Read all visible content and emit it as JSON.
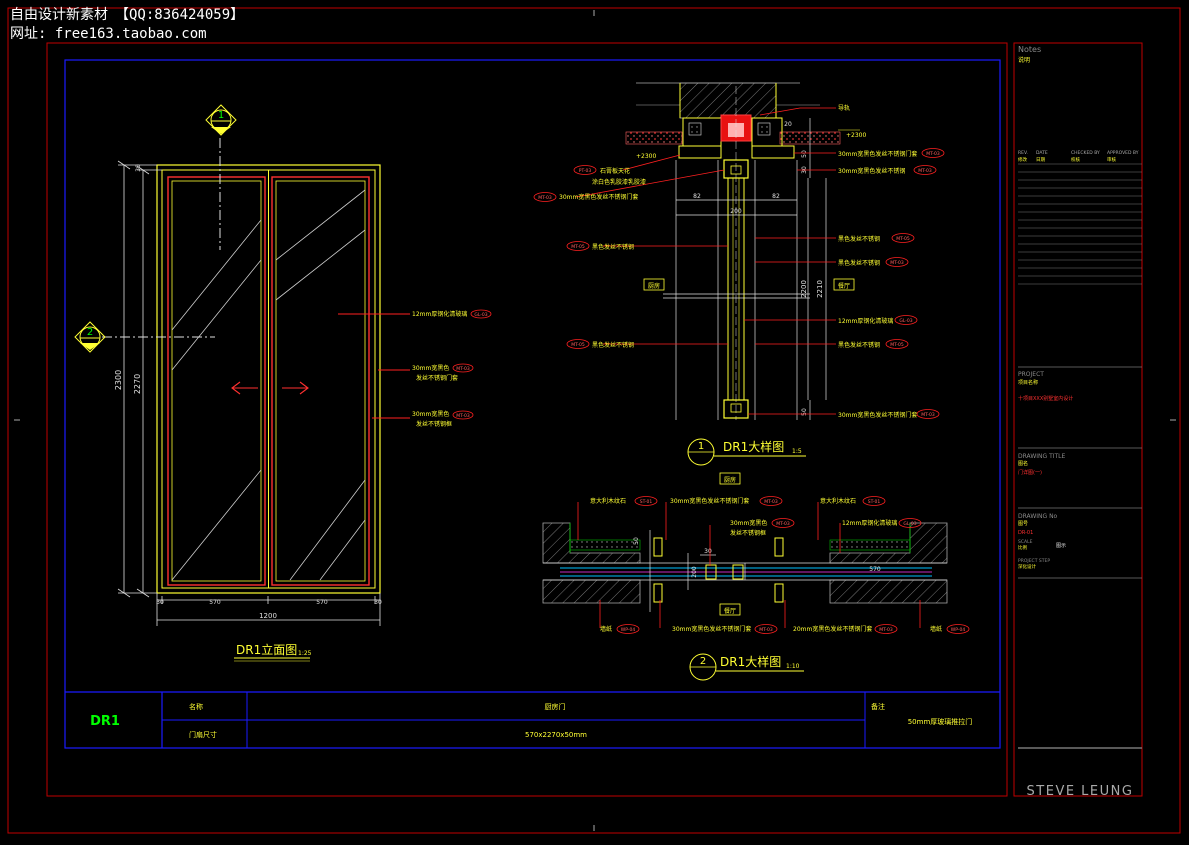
{
  "watermark": {
    "line1": "自由设计新素材　【QQ:836424059】",
    "line2": "网址: free163.taobao.com"
  },
  "colors": {
    "background": "#000000",
    "frame_red": "#c00000",
    "frame_blue": "#1a1aff",
    "line_yellow": "#ffff33",
    "line_white": "#e6e6e6",
    "dim_green": "#00d000",
    "leader_red": "#ff2020",
    "label_yellow": "#ffff00"
  },
  "elevation": {
    "title": "DR1立面图",
    "scale": "1:25",
    "dims_bottom": [
      "30",
      "570",
      "570",
      "30"
    ],
    "dim_total": "1200",
    "dim_height_outer": "2300",
    "dim_height_inner": "2270",
    "dim_top": "30",
    "markers": [
      {
        "num": "1"
      },
      {
        "num": "2"
      }
    ],
    "callouts": [
      {
        "text": "12mm厚钢化清玻璃",
        "tag": "GL-03"
      },
      {
        "text": "30mm宽黑色",
        "line2": "发丝不锈钢门套",
        "tag": "MT-03"
      },
      {
        "text": "30mm宽黑色",
        "line2": "发丝不锈钢框",
        "tag": "MT-03"
      }
    ]
  },
  "detail1": {
    "title": "DR1大样图",
    "scale": "1:5",
    "num": "1",
    "dims": [
      "20",
      "82",
      "82",
      "200",
      "2200",
      "2210",
      "30",
      "50",
      "50"
    ],
    "level_marks": [
      "+2300",
      "+2300"
    ],
    "rooms": [
      "厨房",
      "餐厅"
    ],
    "label_top": "导轨",
    "left_callouts": [
      {
        "tag": "PT-03",
        "text": "石膏板天花"
      },
      {
        "tag": "",
        "text": "涂白色乳胶漆乳胶漆"
      },
      {
        "tag": "MT-03",
        "text": "30mm宽黑色发丝不锈钢门套"
      },
      {
        "tag": "MT-05",
        "text": "黑色发丝不锈钢"
      },
      {
        "tag": "MT-05",
        "text": "黑色发丝不锈钢"
      }
    ],
    "right_callouts": [
      {
        "text": "30mm宽黑色发丝不锈钢门套",
        "tag": "MT-03"
      },
      {
        "text": "30mm宽黑色发丝不锈钢",
        "tag": "MT-03"
      },
      {
        "text": "黑色发丝不锈钢",
        "tag": "MT-05"
      },
      {
        "text": "黑色发丝不锈钢",
        "tag": "MT-03"
      },
      {
        "text": "12mm厚钢化清玻璃",
        "tag": "GL-03"
      },
      {
        "text": "黑色发丝不锈钢",
        "tag": "MT-05"
      },
      {
        "text": "30mm宽黑色发丝不锈钢门套",
        "tag": "MT-03"
      }
    ]
  },
  "detail2": {
    "title": "DR1大样图",
    "scale": "1:10",
    "num": "2",
    "rooms": [
      "厨房",
      "餐厅"
    ],
    "dims": [
      "50",
      "200",
      "30",
      "570"
    ],
    "top_callouts": [
      {
        "text": "意大利木纹石",
        "tag": "ST-01"
      },
      {
        "text": "30mm宽黑色发丝不锈钢门套",
        "tag": "MT-03"
      },
      {
        "text": "30mm宽黑色",
        "line2": "发丝不锈钢框",
        "tag": "MT-03"
      },
      {
        "text": "意大利木纹石",
        "tag": "ST-01"
      },
      {
        "text": "12mm厚钢化清玻璃",
        "tag": "GL-03"
      }
    ],
    "bottom_callouts": [
      {
        "text": "墙纸",
        "tag": "WP-04"
      },
      {
        "text": "30mm宽黑色发丝不锈钢门套",
        "tag": "MT-03"
      },
      {
        "text": "20mm宽黑色发丝不锈钢门套",
        "tag": "MT-03"
      },
      {
        "text": "墙纸",
        "tag": "WP-04"
      }
    ]
  },
  "schedule": {
    "code": "DR1",
    "name_label": "名称",
    "name_value": "厨房门",
    "size_label": "门扇尺寸",
    "size_value": "570x2270x50mm",
    "remark_label": "备注",
    "remark_value": "50mm厚玻璃推拉门"
  },
  "titleblock": {
    "notes_label": "Notes",
    "notes_cn": "说明",
    "rev_headers": [
      "REV.",
      "DATE",
      "CHECKED BY",
      "APPROVED BY"
    ],
    "rev_headers_cn": [
      "修改",
      "日期",
      "校核",
      "审核"
    ],
    "project_label": "PROJECT",
    "project_cn": "项目名称",
    "project_value": "十项目XXX别墅室内设计",
    "drawing_title_label": "DRAWING TITLE",
    "drawing_title_cn": "图名",
    "drawing_title_value": "门详图(一)",
    "drawing_no_label": "DRAWING No",
    "drawing_no_cn": "图号",
    "drawing_no_value": "DR-01",
    "scale_label": "SCALE",
    "scale_cn": "比例",
    "scale_value": "图示",
    "project_step_label": "PROJECT STEP",
    "project_step_value": "深化设计",
    "brand": "STEVE LEUNG"
  }
}
